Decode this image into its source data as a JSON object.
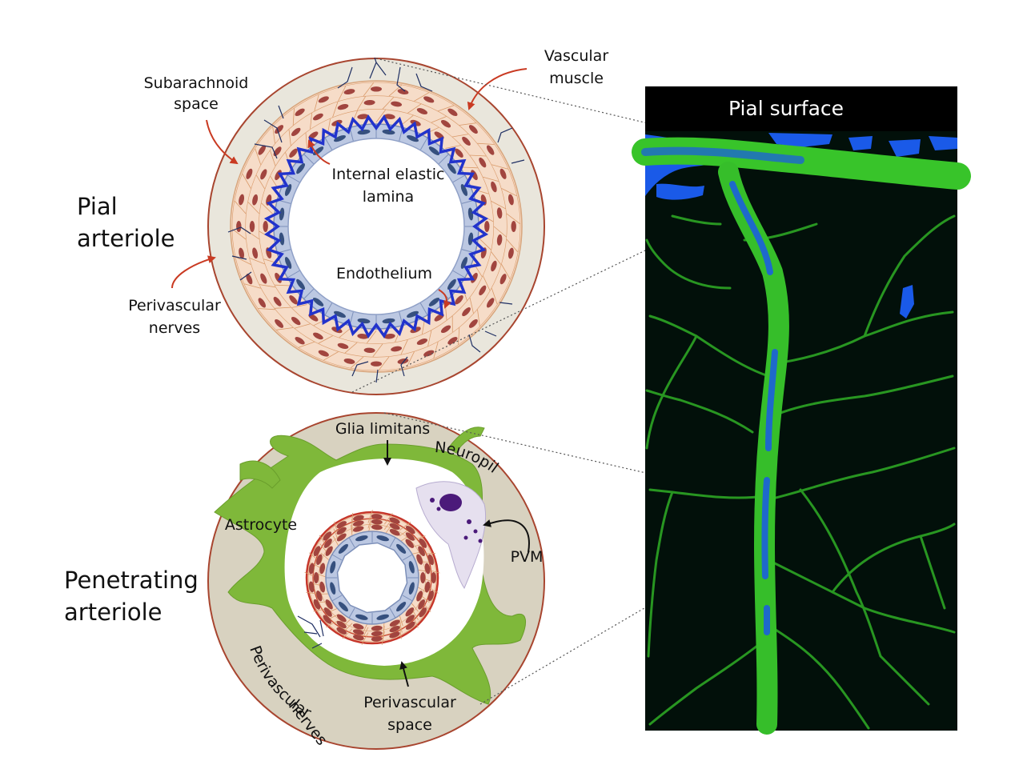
{
  "pial_arteriole": {
    "title_line1": "Pial",
    "title_line2": "arteriole",
    "labels": {
      "subarachnoid_line1": "Subarachnoid",
      "subarachnoid_line2": "space",
      "vascular_line1": "Vascular",
      "vascular_line2": "muscle",
      "iel_line1": "Internal elastic",
      "iel_line2": "lamina",
      "endothelium": "Endothelium",
      "perivascular_line1": "Perivascular",
      "perivascular_line2": "nerves"
    }
  },
  "penetrating_arteriole": {
    "title_line1": "Penetrating",
    "title_line2": "arteriole",
    "labels": {
      "glia_limitans": "Glia limitans",
      "neuropil": "Neuropil",
      "astrocyte": "Astrocyte",
      "pvm": "PVM",
      "perivascular_nerves_line1": "Perivascular",
      "perivascular_nerves_line2": "nerves",
      "perivascular_space_line1": "Perivascular",
      "perivascular_space_line2": "space"
    }
  },
  "micrograph": {
    "header": "Pial surface"
  },
  "colors": {
    "outer_ring": "#e9e6dc",
    "outer_border": "#a8452f",
    "muscle": "#f6dcc8",
    "muscle_nucleus": "#a1453f",
    "endothelium": "#bcc8e2",
    "endo_nucleus": "#36507e",
    "elastic_lamina": "#2233cc",
    "nerve": "#1f2f63",
    "arrow_red": "#c93a22",
    "glia": "#7fb83a",
    "neuropil": "#d8d2c0",
    "pvm": "#4b1a7a",
    "micro_bg": "#02100a",
    "micro_green": "#33c22a",
    "micro_blue": "#1a5ae8"
  }
}
